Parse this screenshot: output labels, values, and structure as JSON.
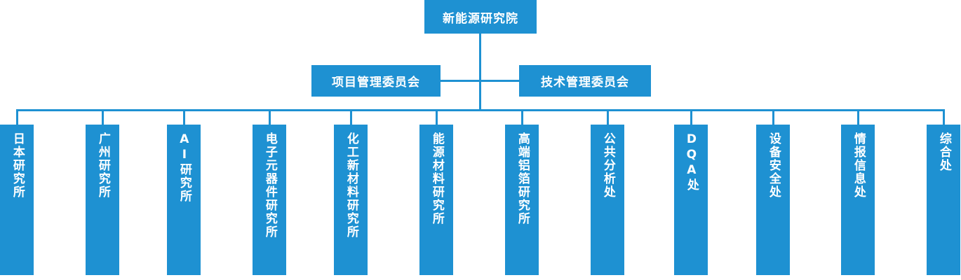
{
  "diagram": {
    "title_text": "新能源研究院",
    "type": "org-chart",
    "colors": {
      "box_fill": "#1e91d2",
      "box_text": "#ffffff",
      "connector": "#1e91d2",
      "background": "#ffffff"
    },
    "root": {
      "label": "新能源研究院"
    },
    "committees": [
      {
        "label": "项目管理委员会"
      },
      {
        "label": "技术管理委员会"
      }
    ],
    "departments": [
      {
        "label": "日本研究所"
      },
      {
        "label": "广州研究所"
      },
      {
        "label": "AI研究所"
      },
      {
        "label": "电子元器件研究所"
      },
      {
        "label": "化工新材料研究所"
      },
      {
        "label": "能源材料研究所"
      },
      {
        "label": "高端铝箔研究所"
      },
      {
        "label": "公共分析处"
      },
      {
        "label": "DQA处"
      },
      {
        "label": "设备安全处"
      },
      {
        "label": "情报信息处"
      },
      {
        "label": "综合处"
      }
    ]
  }
}
